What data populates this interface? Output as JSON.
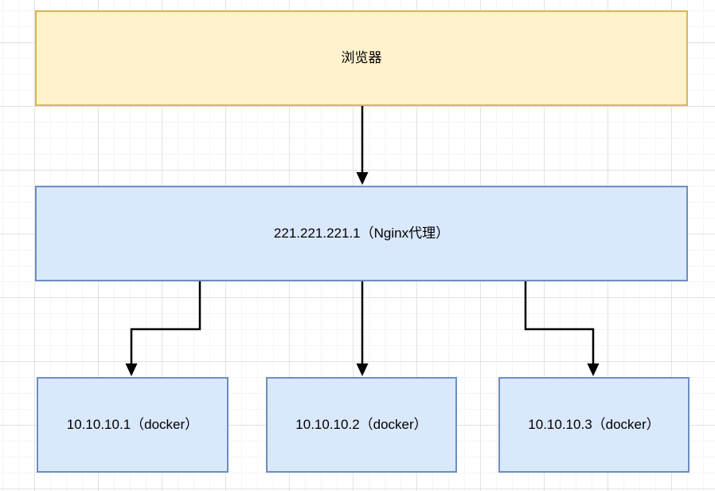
{
  "nodes": {
    "browser": {
      "label": "浏览器"
    },
    "nginx": {
      "label": "221.221.221.1（Nginx代理）"
    },
    "docker1": {
      "label": "10.10.10.1（docker）"
    },
    "docker2": {
      "label": "10.10.10.2（docker）"
    },
    "docker3": {
      "label": "10.10.10.3（docker）"
    }
  },
  "edges": [
    {
      "from": "browser",
      "to": "nginx"
    },
    {
      "from": "nginx",
      "to": "docker1"
    },
    {
      "from": "nginx",
      "to": "docker2"
    },
    {
      "from": "nginx",
      "to": "docker3"
    }
  ],
  "colors": {
    "browser_fill": "#fff2cc",
    "browser_border": "#d6b656",
    "node_fill": "#dae8fc",
    "node_border": "#6c8ebf",
    "arrow": "#000000",
    "grid_minor": "#f5f5f5",
    "grid_major": "#e2e2e2",
    "text": "#000000"
  }
}
